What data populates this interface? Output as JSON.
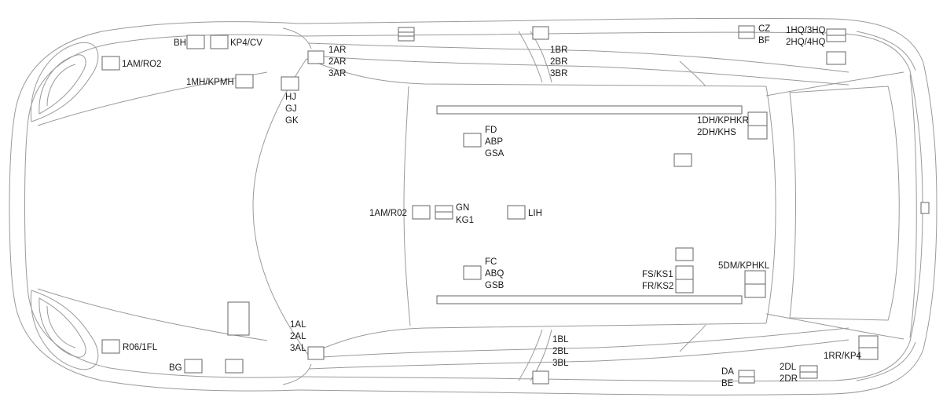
{
  "colors": {
    "outline": "#9a9a9a",
    "box": "#666666",
    "text": "#1a1a1a",
    "background": "#ffffff"
  },
  "labels": {
    "bh": "BH",
    "kp4cv": "KP4/CV",
    "am_ro2": "1AM/RO2",
    "mh_kpmh": "1MH/KPMH",
    "ar1": "1AR",
    "ar2": "2AR",
    "ar3": "3AR",
    "hj": "HJ",
    "gj": "GJ",
    "gk": "GK",
    "br1": "1BR",
    "br2": "2BR",
    "br3": "3BR",
    "cz": "CZ",
    "bf": "BF",
    "hq1": "1HQ/3HQ",
    "hq2": "2HQ/4HQ",
    "fd": "FD",
    "abp": "ABP",
    "gsa": "GSA",
    "dh1": "1DH/KPHKR",
    "dh2": "2DH/KHS",
    "am_r02": "1AM/R02",
    "gn": "GN",
    "kg1": "KG1",
    "lih": "LIH",
    "fc": "FC",
    "abq": "ABQ",
    "gsb": "GSB",
    "dm5": "5DM/KPHKL",
    "fs_ks1": "FS/KS1",
    "fr_ks2": "FR/KS2",
    "al1": "1AL",
    "al2": "2AL",
    "al3": "3AL",
    "r06_1fl": "R06/1FL",
    "bg": "BG",
    "bl1": "1BL",
    "bl2": "2BL",
    "bl3": "3BL",
    "rr_kp4": "1RR/KP4",
    "da": "DA",
    "be": "BE",
    "dl2": "2DL",
    "dr2": "2DR"
  }
}
